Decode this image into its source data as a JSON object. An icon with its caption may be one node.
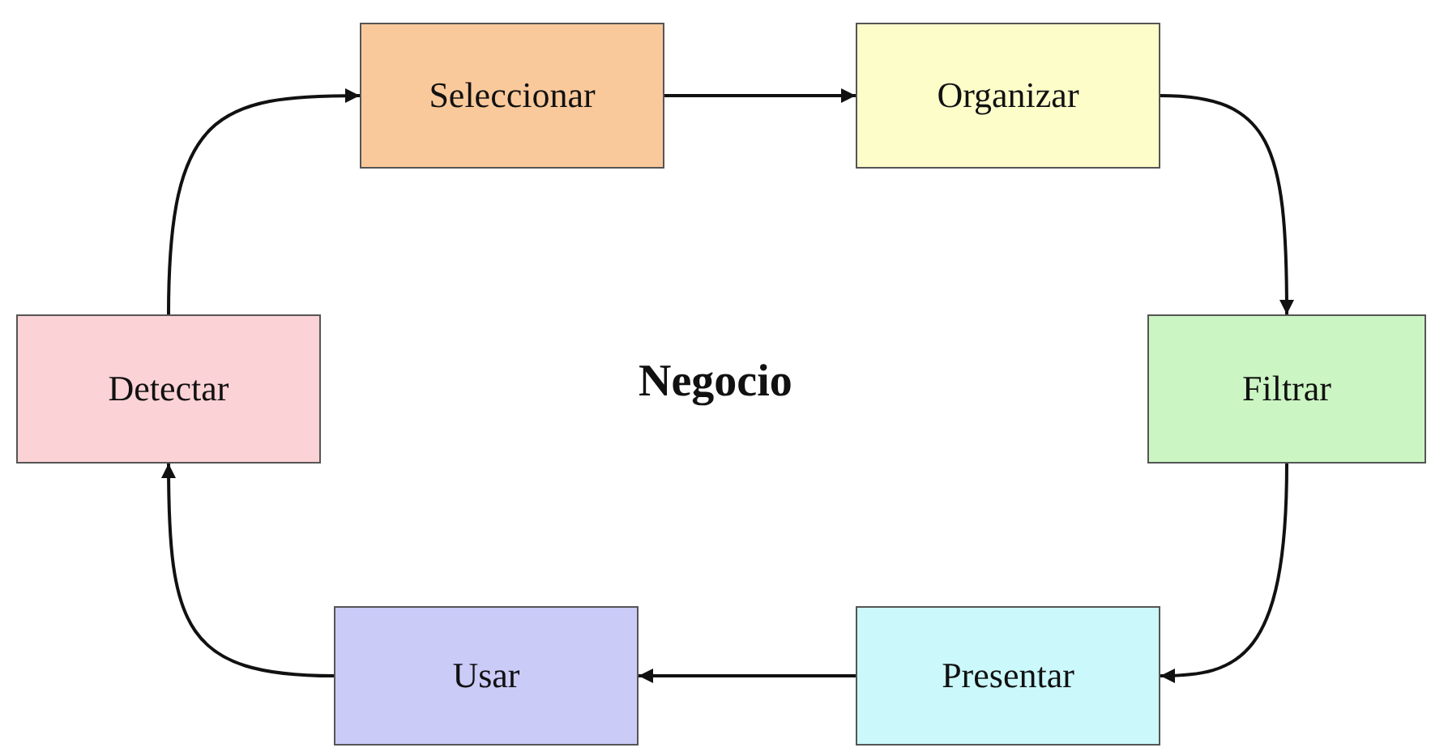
{
  "diagram": {
    "nodes": [
      {
        "text": [
          "Seleccionar"
        ]
      },
      {
        "text": [
          "Organizar"
        ]
      },
      {
        "text": [
          "Filtrar"
        ]
      },
      {
        "text": [
          "Presentar"
        ]
      },
      {
        "text": [
          "Usar"
        ]
      },
      {
        "text": [
          "Detectar"
        ]
      }
    ],
    "edges": [
      {
        "from": 0,
        "to": 1,
        "arrow": "to"
      },
      {
        "from": 1,
        "to": 2,
        "arrow": "to"
      },
      {
        "from": 2,
        "to": 3,
        "arrow": "to"
      },
      {
        "from": 3,
        "to": 4,
        "arrow": "to"
      },
      {
        "from": 4,
        "to": 5,
        "arrow": "to"
      },
      {
        "from": 5,
        "to": 0,
        "arrow": "to"
      }
    ],
    "labels": [
      "Negocio"
    ]
  }
}
